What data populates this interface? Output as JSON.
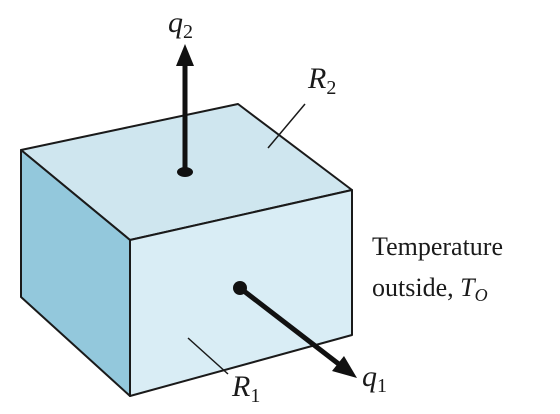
{
  "colors": {
    "top_face": "#cfe6ef",
    "front_face": "#d9edf5",
    "left_face": "#93c8dc",
    "edge": "#1a1a1a",
    "arrow": "#111111"
  },
  "labels": {
    "q2": {
      "symbol": "q",
      "subscript": "2"
    },
    "R2": {
      "symbol": "R",
      "subscript": "2"
    },
    "R1": {
      "symbol": "R",
      "subscript": "1"
    },
    "q1": {
      "symbol": "q",
      "subscript": "1"
    },
    "temperature_line1": "Temperature",
    "temperature_line2": "outside, ",
    "T_O": {
      "symbol": "T",
      "subscript": "O"
    }
  }
}
